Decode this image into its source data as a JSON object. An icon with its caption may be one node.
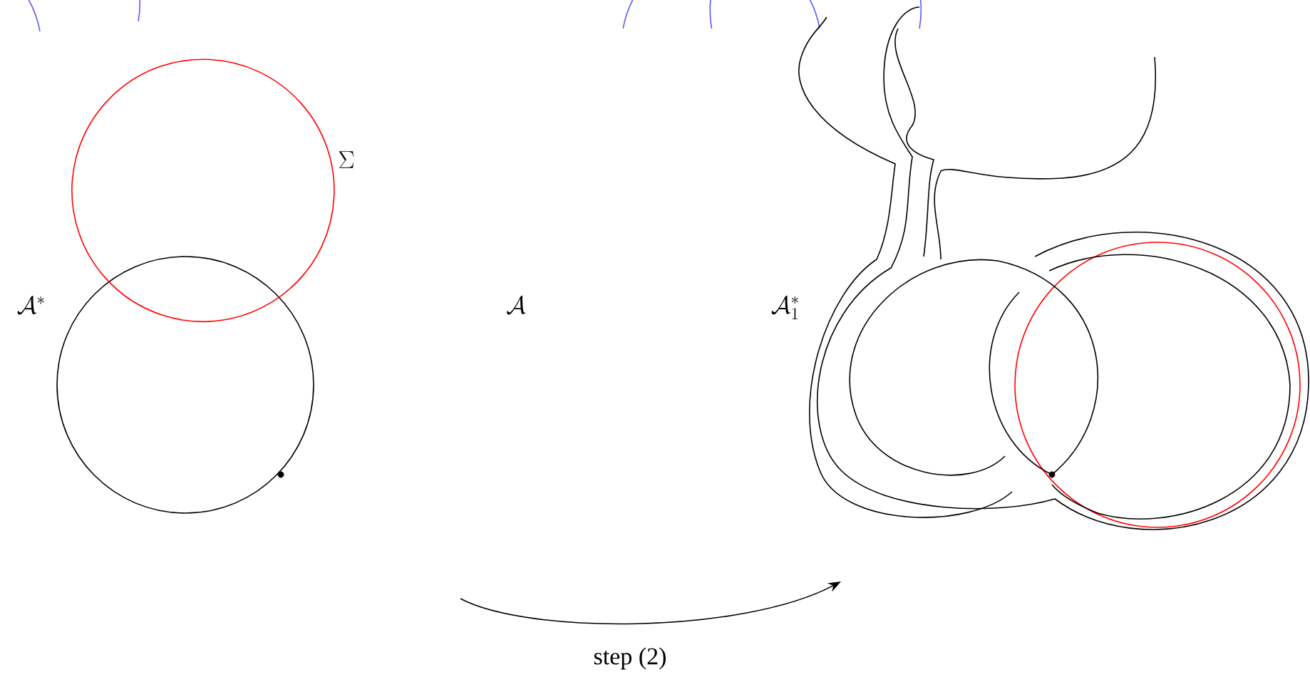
{
  "diagram": {
    "labels": [
      "\\Sigma",
      "\\mathcal{A}^*",
      "\\mathcal{A}",
      "\\mathcal{A}_1^*",
      "step (2)"
    ]
  }
}
